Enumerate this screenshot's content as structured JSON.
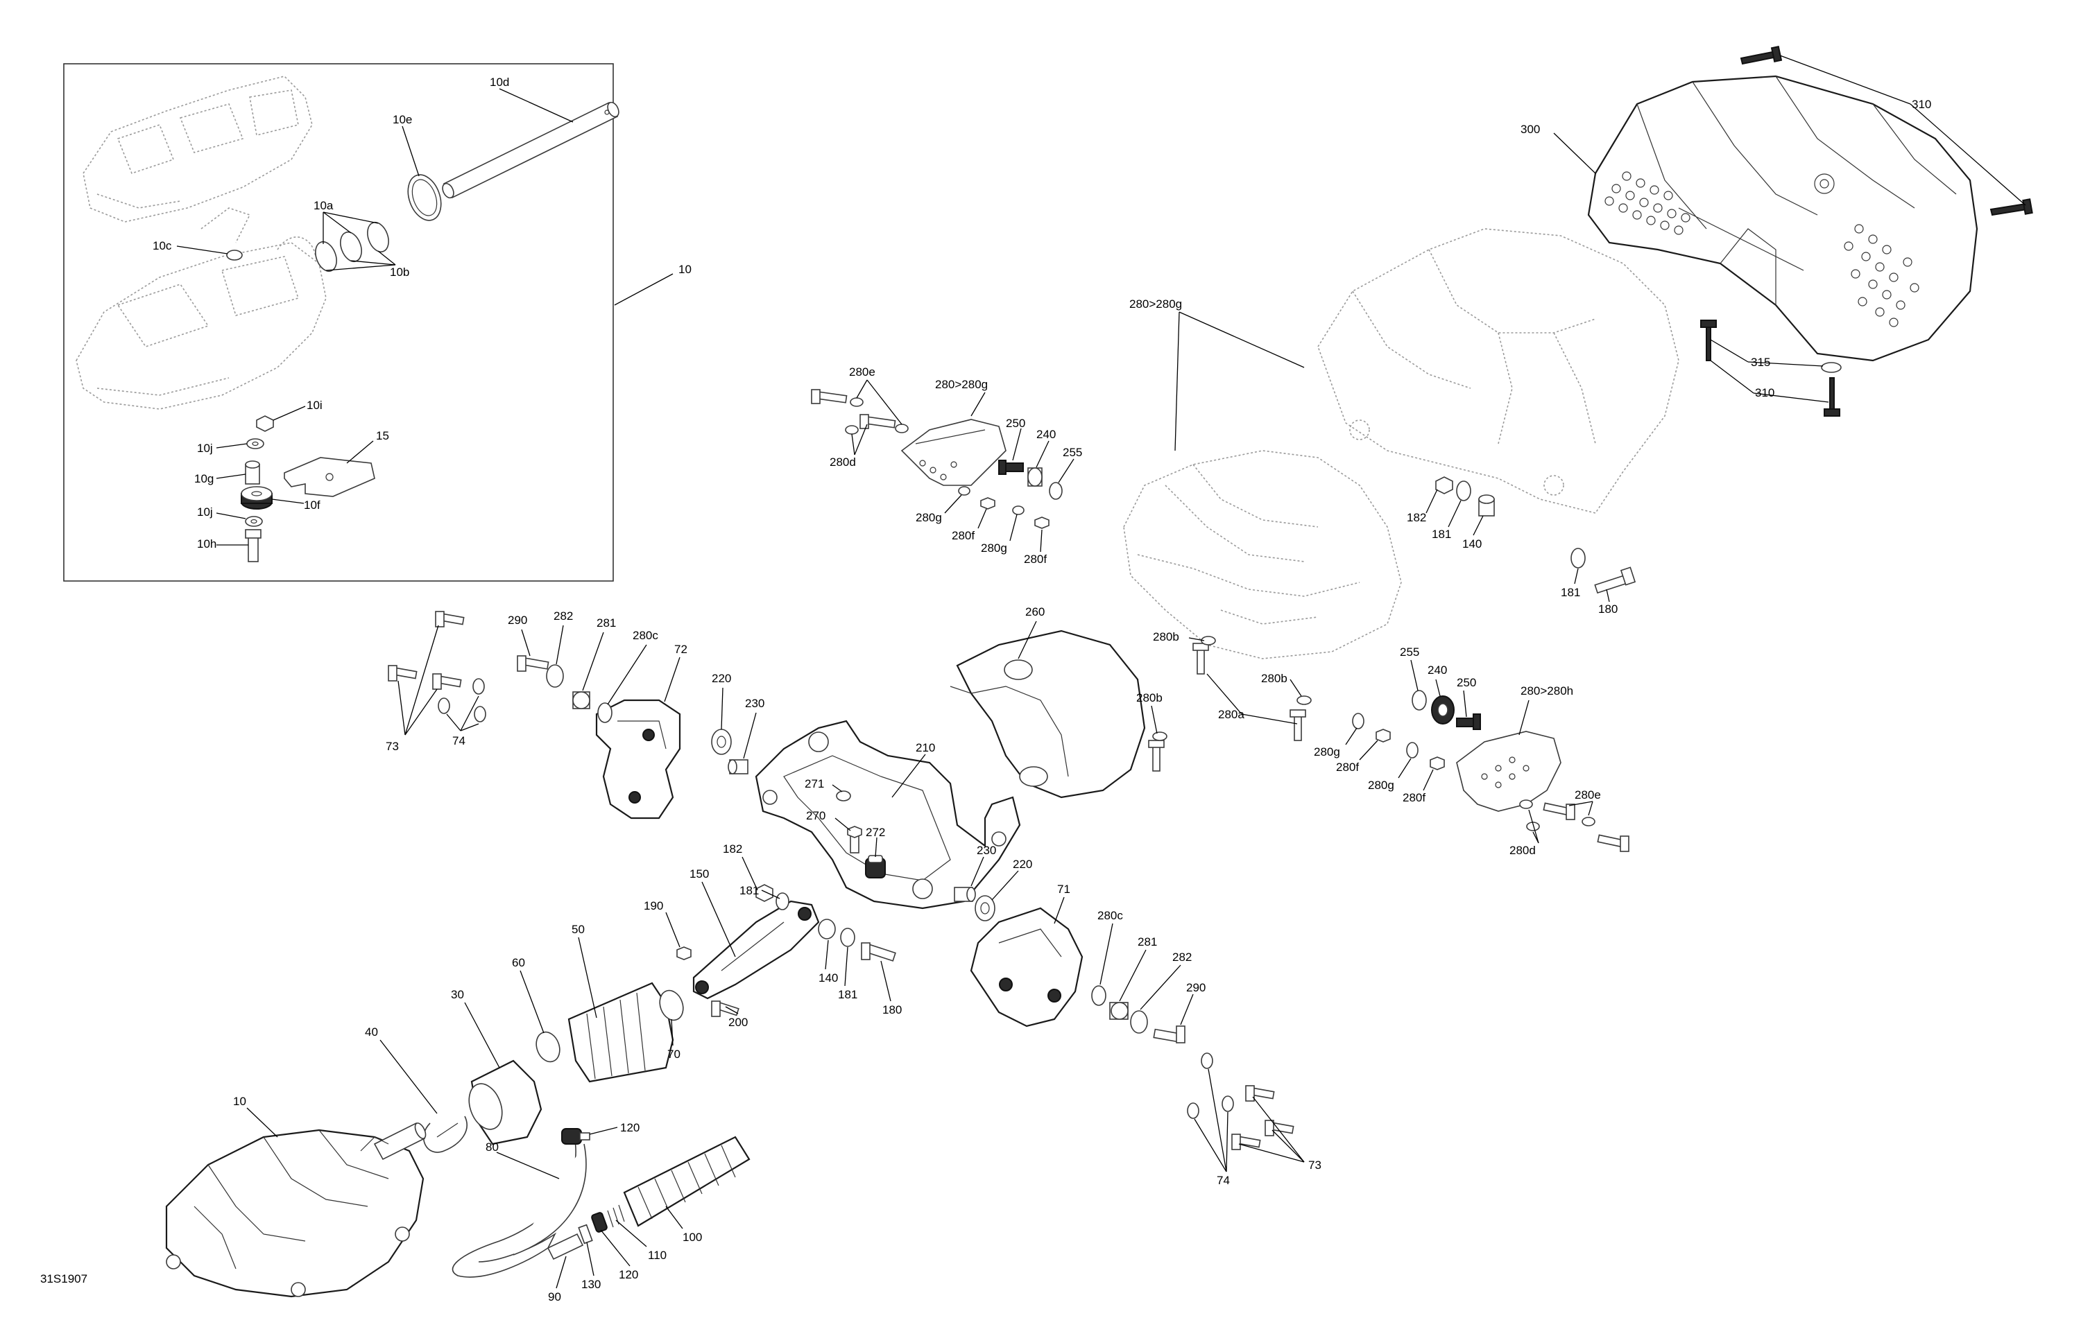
{
  "figure_id": "31S1907",
  "callouts": {
    "c10d": "10d",
    "c10e": "10e",
    "c10a": "10a",
    "c10c": "10c",
    "c10b": "10b",
    "c10_inset": "10",
    "c10i": "10i",
    "c10j_a": "10j",
    "c15": "15",
    "c10g": "10g",
    "c10j_b": "10j",
    "c10f": "10f",
    "c10h": "10h",
    "c310_a": "310",
    "c300": "300",
    "c315": "315",
    "c310_b": "310",
    "c280_280g_a": "280>280g",
    "c280e_a": "280e",
    "c280_280g_b": "280>280g",
    "c250_a": "250",
    "c240_a": "240",
    "c255_a": "255",
    "c280d_a": "280d",
    "c280g_a": "280g",
    "c280f_a": "280f",
    "c280g_b": "280g",
    "c280f_b": "280f",
    "c182_a": "182",
    "c181_a": "181",
    "c140_a": "140",
    "c181_b": "181",
    "c180_a": "180",
    "c290_a": "290",
    "c282_a": "282",
    "c281_a": "281",
    "c280c_a": "280c",
    "c72": "72",
    "c73_a": "73",
    "c74_a": "74",
    "c220_a": "220",
    "c230_a": "230",
    "c260": "260",
    "c280b_a": "280b",
    "c280b_b": "280b",
    "c280b_c": "280b",
    "c280a": "280a",
    "c255_b": "255",
    "c240_b": "240",
    "c250_b": "250",
    "c280_280h": "280>280h",
    "c280g_c": "280g",
    "c280f_c": "280f",
    "c280g_d": "280g",
    "c280f_d": "280f",
    "c280e_b": "280e",
    "c280d_b": "280d",
    "c210": "210",
    "c271": "271",
    "c270": "270",
    "c272": "272",
    "c182_b": "182",
    "c150": "150",
    "c181_c": "181",
    "c230_b": "230",
    "c220_b": "220",
    "c71": "71",
    "c280c_b": "280c",
    "c281_b": "281",
    "c282_b": "282",
    "c290_b": "290",
    "c190": "190",
    "c140_b": "140",
    "c181_d": "181",
    "c180_b": "180",
    "c200": "200",
    "c50": "50",
    "c60": "60",
    "c70": "70",
    "c30": "30",
    "c40": "40",
    "c10_main": "10",
    "c120_a": "120",
    "c80": "80",
    "c100": "100",
    "c110": "110",
    "c120_b": "120",
    "c130": "130",
    "c90": "90",
    "c74_b": "74",
    "c73_b": "73"
  },
  "icons": [
    "tensioner-housing-icon",
    "pivot-shaft-icon",
    "retaining-ring-icon",
    "heat-shield-icon",
    "bracket-icon",
    "bolt-icon",
    "washer-icon",
    "nut-icon",
    "bushing-icon",
    "bellows-boot-icon",
    "hose-icon",
    "clamp-icon"
  ]
}
